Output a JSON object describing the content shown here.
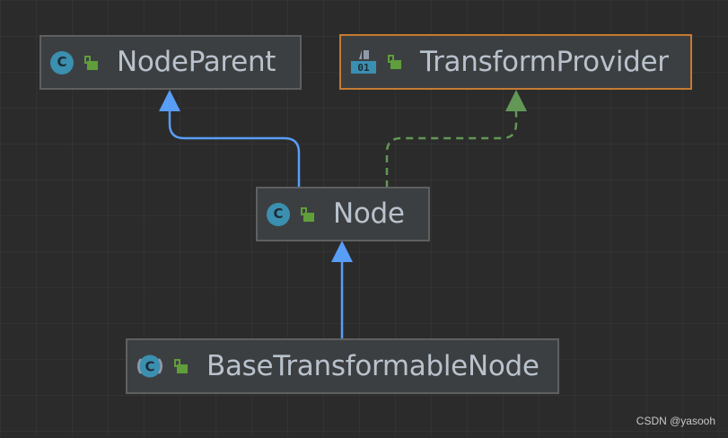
{
  "nodes": {
    "node_parent": {
      "label": "NodeParent",
      "kind": "class"
    },
    "transform_provider": {
      "label": "TransformProvider",
      "kind": "interface",
      "interface_icon_text": "01"
    },
    "node": {
      "label": "Node",
      "kind": "class"
    },
    "base_transformable_node": {
      "label": "BaseTransformableNode",
      "kind": "abstract-class"
    }
  },
  "class_icon_letter": "C",
  "edges": [
    {
      "from": "node",
      "to": "node_parent",
      "type": "extends",
      "style": "solid",
      "color": "#589df6"
    },
    {
      "from": "node",
      "to": "transform_provider",
      "type": "implements",
      "style": "dashed",
      "color": "#629755"
    },
    {
      "from": "base_transformable_node",
      "to": "node",
      "type": "extends",
      "style": "solid",
      "color": "#589df6"
    }
  ],
  "colors": {
    "background": "#2b2b2b",
    "node_fill": "#3c3f41",
    "node_border": "#5e6060",
    "selected_border": "#c57a33",
    "class_icon": "#3b8fb0",
    "visibility_icon": "#5f9e3a",
    "label_text": "#b9c2cc"
  },
  "watermark": "CSDN @yasooh"
}
